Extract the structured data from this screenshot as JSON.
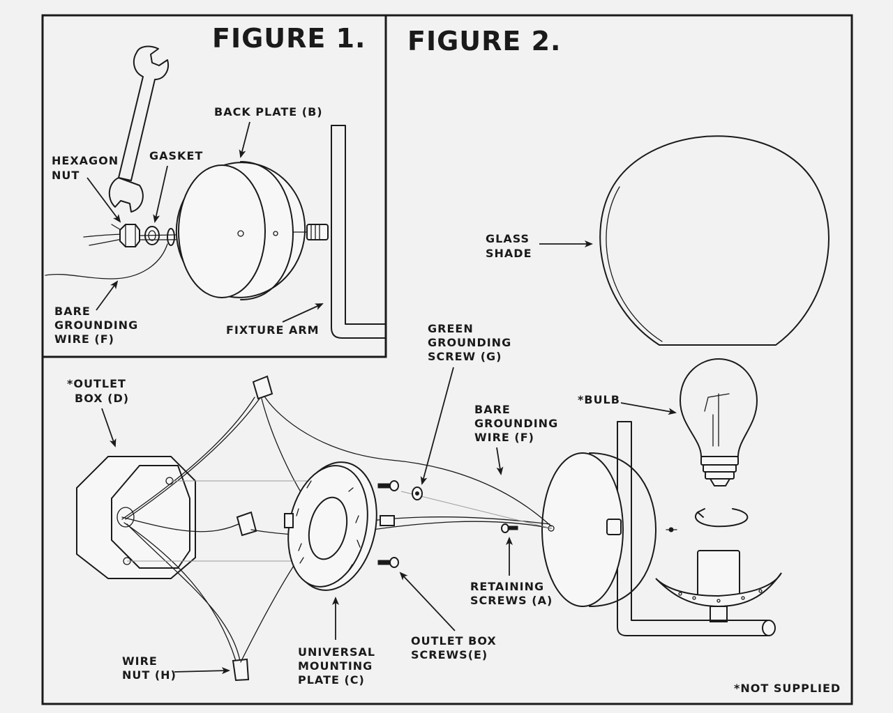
{
  "figures": {
    "figure1_title": "FIGURE 1.",
    "figure2_title": "FIGURE 2."
  },
  "labels": {
    "back_plate": "BACK PLATE (B)",
    "hexagon_nut": [
      "HEXAGON",
      "NUT"
    ],
    "gasket": "GASKET",
    "bare_grounding_wire_fig1": [
      "BARE",
      "GROUNDING",
      "WIRE (F)"
    ],
    "fixture_arm": "FIXTURE ARM",
    "glass_shade": [
      "GLASS",
      "SHADE"
    ],
    "green_grounding_screw": [
      "GREEN",
      "GROUNDING",
      "SCREW (G)"
    ],
    "outlet_box": [
      "*OUTLET",
      "BOX (D)"
    ],
    "bulb": "*BULB",
    "bare_grounding_wire_fig2": [
      "BARE",
      "GROUNDING",
      "WIRE (F)"
    ],
    "retaining_screws": [
      "RETAINING",
      "SCREWS (A)"
    ],
    "wire_nut": [
      "WIRE",
      "NUT (H)"
    ],
    "universal_mounting_plate": [
      "UNIVERSAL",
      "MOUNTING",
      "PLATE (C)"
    ],
    "outlet_box_screws": [
      "OUTLET  BOX",
      "SCREWS(E)"
    ],
    "not_supplied": "*NOT SUPPLIED"
  }
}
